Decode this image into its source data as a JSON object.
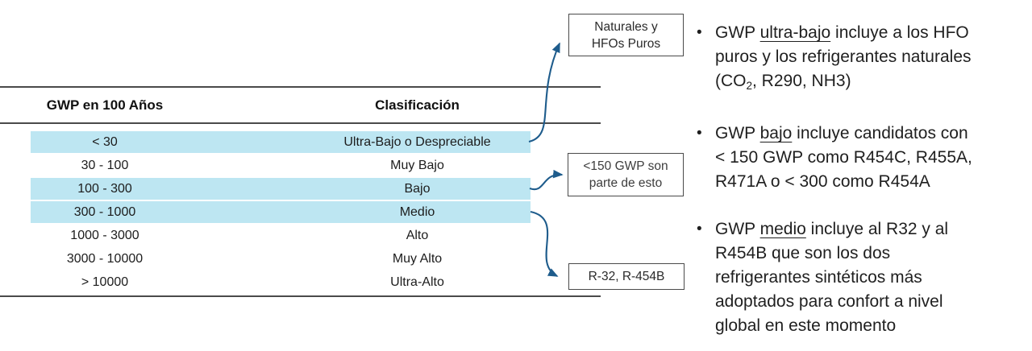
{
  "bullet_char": "•",
  "colors": {
    "highlight": "#BDE6F2",
    "arrow": "#1E5C8C",
    "rule": "#4A4A4A"
  },
  "table": {
    "headers": [
      "GWP en 100 Años",
      "Clasificación"
    ],
    "rows": [
      {
        "range": "< 30",
        "classification": "Ultra-Bajo o Despreciable",
        "highlighted": true
      },
      {
        "range": "30 - 100",
        "classification": "Muy Bajo",
        "highlighted": false
      },
      {
        "range": "100 - 300",
        "classification": "Bajo",
        "highlighted": true
      },
      {
        "range": "300 - 1000",
        "classification": "Medio",
        "highlighted": true
      },
      {
        "range": "1000 - 3000",
        "classification": "Alto",
        "highlighted": false
      },
      {
        "range": "3000 - 10000",
        "classification": "Muy Alto",
        "highlighted": false
      },
      {
        "range": "> 10000",
        "classification": "Ultra-Alto",
        "highlighted": false
      }
    ]
  },
  "callouts": [
    {
      "lines": [
        "Naturales y",
        "HFOs Puros"
      ]
    },
    {
      "lines": [
        "<150 GWP son",
        "parte de esto"
      ]
    },
    {
      "lines": [
        "R-32, R-454B"
      ]
    }
  ],
  "bullets": [
    {
      "lines": [
        [
          {
            "t": "GWP "
          },
          {
            "t": "ultra-bajo",
            "style": "underline"
          },
          {
            "t": " incluye a los HFO"
          }
        ],
        [
          {
            "t": "puros y los refrigerantes naturales"
          }
        ],
        [
          {
            "t": "(CO"
          },
          {
            "t": "2",
            "style": "sub"
          },
          {
            "t": ", R290, NH3)"
          }
        ]
      ]
    },
    {
      "lines": [
        [
          {
            "t": "GWP "
          },
          {
            "t": "bajo",
            "style": "underline"
          },
          {
            "t": " incluye candidatos con"
          }
        ],
        [
          {
            "t": "< 150 GWP como R454C, R455A,"
          }
        ],
        [
          {
            "t": "R471A o < 300 como R454A"
          }
        ]
      ]
    },
    {
      "lines": [
        [
          {
            "t": "GWP "
          },
          {
            "t": "medio",
            "style": "underline"
          },
          {
            "t": " incluye al R32 y al"
          }
        ],
        [
          {
            "t": "R454B que son los dos"
          }
        ],
        [
          {
            "t": "refrigerantes sintéticos más"
          }
        ],
        [
          {
            "t": "adoptados para confort a nivel"
          }
        ],
        [
          {
            "t": "global en este momento"
          }
        ]
      ]
    }
  ]
}
